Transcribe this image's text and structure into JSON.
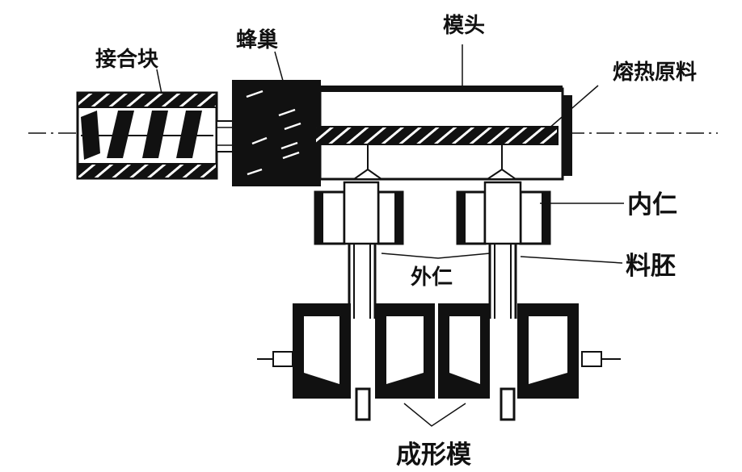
{
  "labels": {
    "adapter_block": "接合块",
    "breaker_plate": "蜂巢",
    "die_head": "模头",
    "molten_material": "熔热原料",
    "inner_core": "内仁",
    "parison": "料胚",
    "outer_core": "外仁",
    "forming_mold": "成形模"
  },
  "colors": {
    "ink": "#111111",
    "hatch": "#111111",
    "background": "#ffffff"
  }
}
